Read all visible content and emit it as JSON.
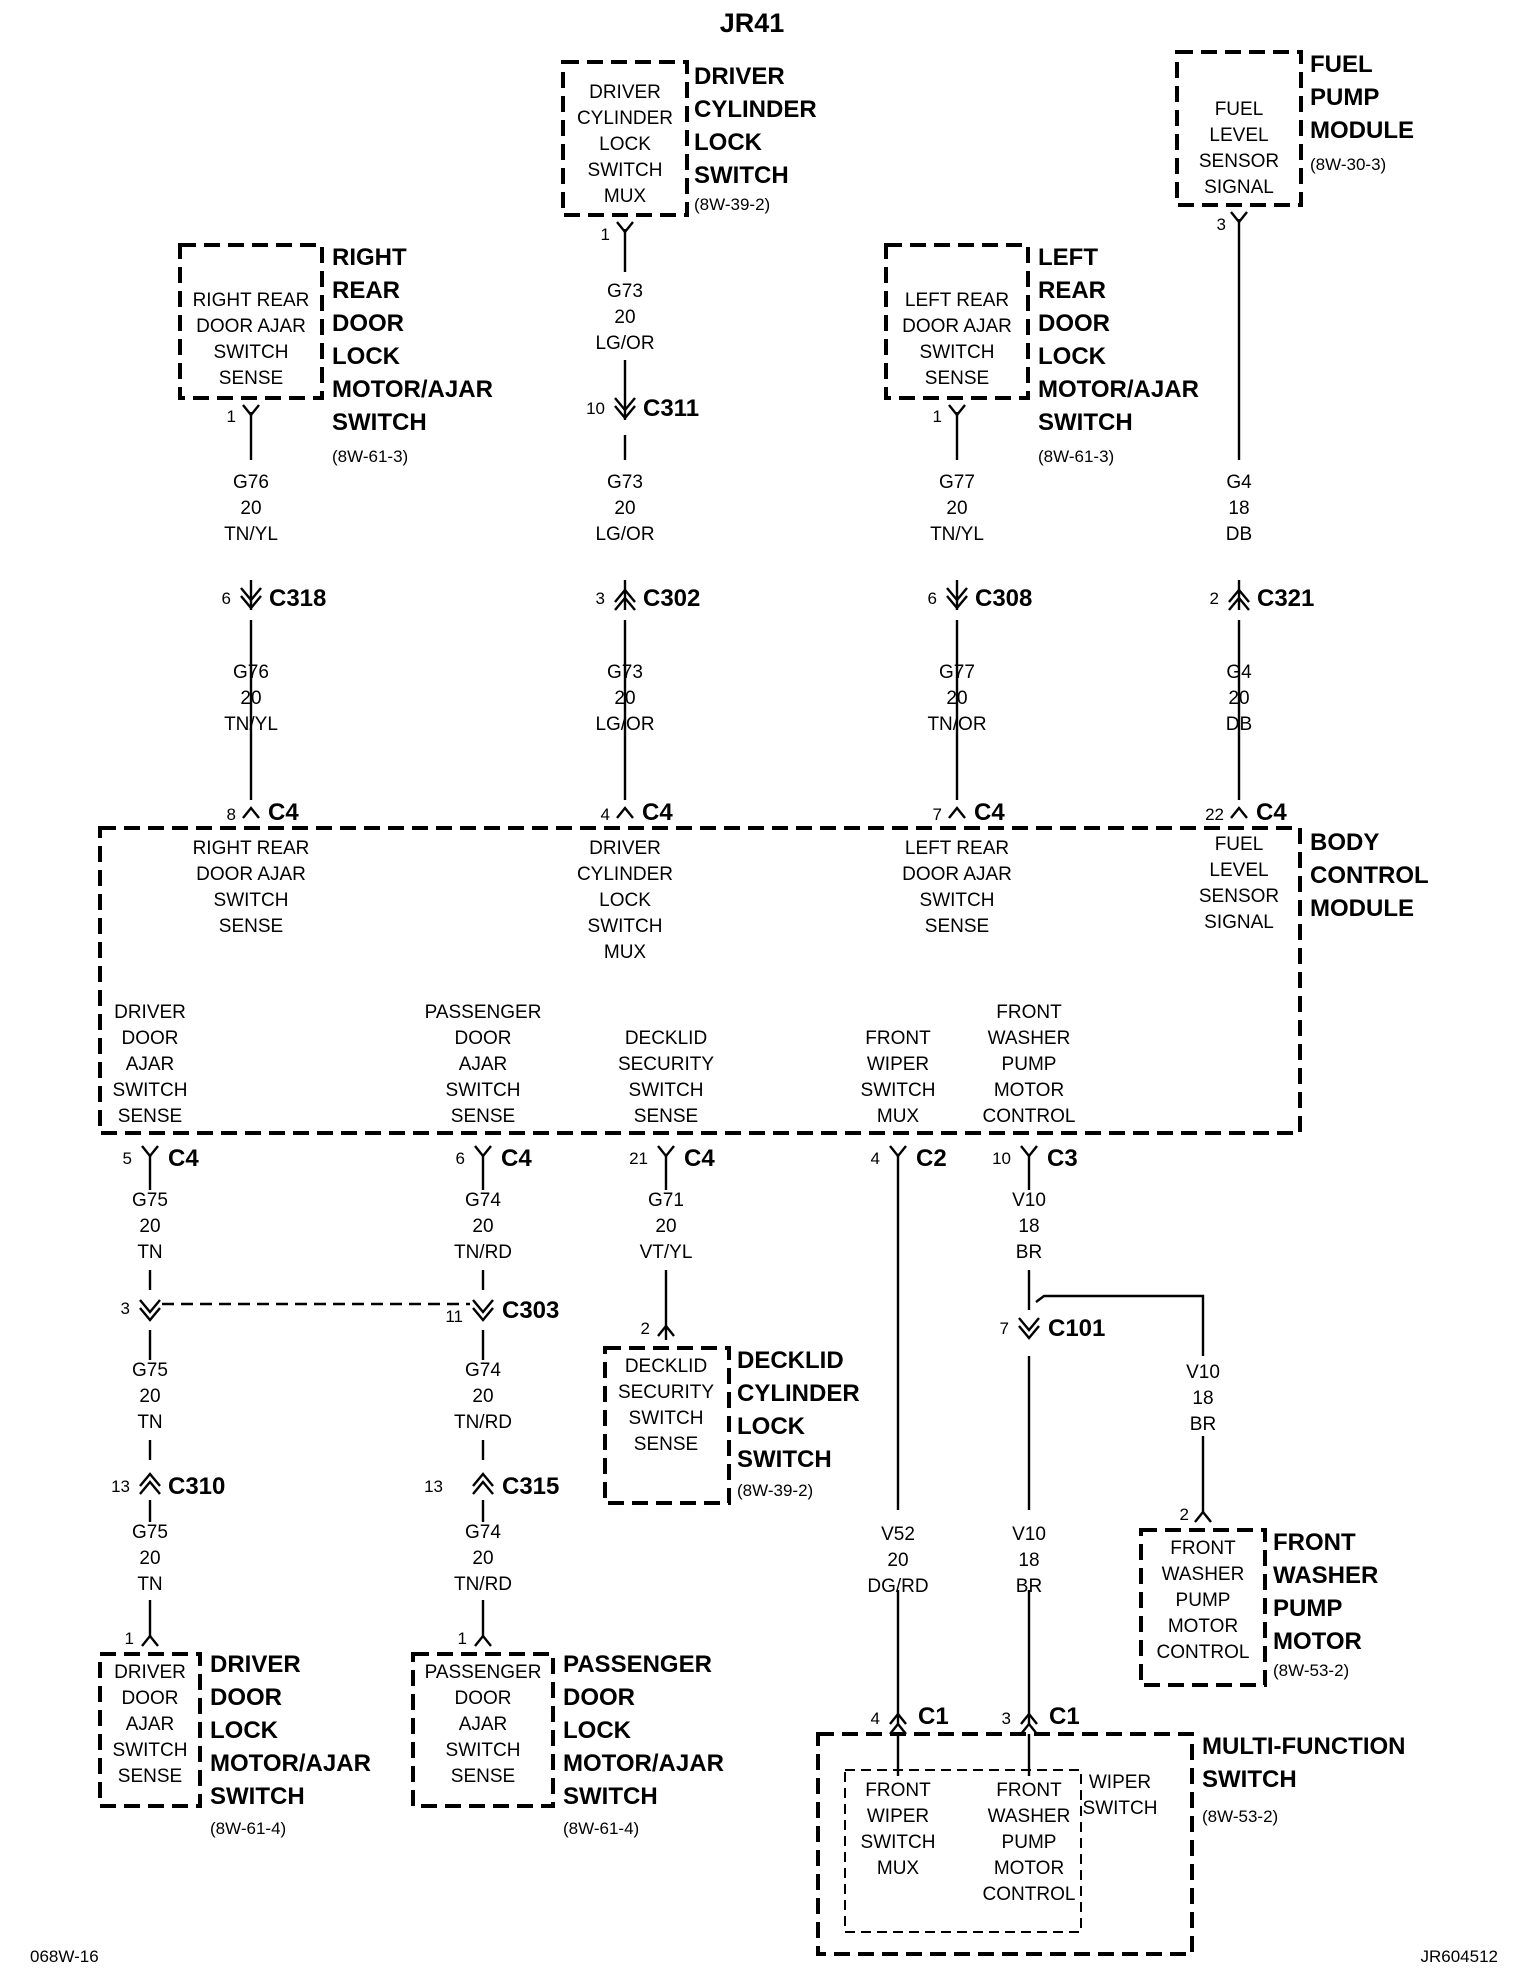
{
  "diagram_title": "JR41",
  "footer": {
    "left": "068W-16",
    "right": "JR604512"
  },
  "components": {
    "driver_cyl": {
      "inner": [
        "DRIVER",
        "CYLINDER",
        "LOCK",
        "SWITCH",
        "MUX"
      ],
      "name": [
        "DRIVER",
        "CYLINDER",
        "LOCK",
        "SWITCH"
      ],
      "ref": "(8W-39-2)"
    },
    "fuel_pump": {
      "inner": [
        "FUEL",
        "LEVEL",
        "SENSOR",
        "SIGNAL"
      ],
      "name": [
        "FUEL",
        "PUMP",
        "MODULE"
      ],
      "ref": "(8W-30-3)"
    },
    "rr_door": {
      "inner": [
        "RIGHT REAR",
        "DOOR AJAR",
        "SWITCH",
        "SENSE"
      ],
      "name": [
        "RIGHT",
        "REAR",
        "DOOR",
        "LOCK",
        "MOTOR/AJAR",
        "SWITCH"
      ],
      "ref": "(8W-61-3)"
    },
    "lr_door": {
      "inner": [
        "LEFT REAR",
        "DOOR AJAR",
        "SWITCH",
        "SENSE"
      ],
      "name": [
        "LEFT",
        "REAR",
        "DOOR",
        "LOCK",
        "MOTOR/AJAR",
        "SWITCH"
      ],
      "ref": "(8W-61-3)"
    },
    "bcm": {
      "name": [
        "BODY",
        "CONTROL",
        "MODULE"
      ],
      "top_pins": [
        [
          "RIGHT REAR",
          "DOOR AJAR",
          "SWITCH",
          "SENSE"
        ],
        [
          "DRIVER",
          "CYLINDER",
          "LOCK",
          "SWITCH",
          "MUX"
        ],
        [
          "LEFT REAR",
          "DOOR AJAR",
          "SWITCH",
          "SENSE"
        ],
        [
          "FUEL",
          "LEVEL",
          "SENSOR",
          "SIGNAL"
        ]
      ],
      "bottom_pins": [
        [
          "DRIVER",
          "DOOR",
          "AJAR",
          "SWITCH",
          "SENSE"
        ],
        [
          "PASSENGER",
          "DOOR",
          "AJAR",
          "SWITCH",
          "SENSE"
        ],
        [
          "DECKLID",
          "SECURITY",
          "SWITCH",
          "SENSE"
        ],
        [
          "FRONT",
          "WIPER",
          "SWITCH",
          "MUX"
        ],
        [
          "FRONT",
          "WASHER",
          "PUMP",
          "MOTOR",
          "CONTROL"
        ]
      ]
    },
    "decklid": {
      "inner": [
        "DECKLID",
        "SECURITY",
        "SWITCH",
        "SENSE"
      ],
      "name": [
        "DECKLID",
        "CYLINDER",
        "LOCK",
        "SWITCH"
      ],
      "ref": "(8W-39-2)"
    },
    "washer_motor": {
      "inner": [
        "FRONT",
        "WASHER",
        "PUMP",
        "MOTOR",
        "CONTROL"
      ],
      "name": [
        "FRONT",
        "WASHER",
        "PUMP",
        "MOTOR"
      ],
      "ref": "(8W-53-2)"
    },
    "driver_door": {
      "inner": [
        "DRIVER",
        "DOOR",
        "AJAR",
        "SWITCH",
        "SENSE"
      ],
      "name": [
        "DRIVER",
        "DOOR",
        "LOCK",
        "MOTOR/AJAR",
        "SWITCH"
      ],
      "ref": "(8W-61-4)"
    },
    "pass_door": {
      "inner": [
        "PASSENGER",
        "DOOR",
        "AJAR",
        "SWITCH",
        "SENSE"
      ],
      "name": [
        "PASSENGER",
        "DOOR",
        "LOCK",
        "MOTOR/AJAR",
        "SWITCH"
      ],
      "ref": "(8W-61-4)"
    },
    "mfs": {
      "name": [
        "MULTI-FUNCTION",
        "SWITCH"
      ],
      "ref": "(8W-53-2)",
      "sub": [
        "WIPER",
        "SWITCH"
      ],
      "pin_a": [
        "FRONT",
        "WIPER",
        "SWITCH",
        "MUX"
      ],
      "pin_b": [
        "FRONT",
        "WASHER",
        "PUMP",
        "MOTOR",
        "CONTROL"
      ]
    }
  },
  "wires": {
    "g73_a": [
      "G73",
      "20",
      "LG/OR"
    ],
    "g73_b": [
      "G73",
      "20",
      "LG/OR"
    ],
    "g73_c": [
      "G73",
      "20",
      "LG/OR"
    ],
    "g76_a": [
      "G76",
      "20",
      "TN/YL"
    ],
    "g76_b": [
      "G76",
      "20",
      "TN/YL"
    ],
    "g77_a": [
      "G77",
      "20",
      "TN/YL"
    ],
    "g77_b": [
      "G77",
      "20",
      "TN/OR"
    ],
    "g4_a": [
      "G4",
      "18",
      "DB"
    ],
    "g4_b": [
      "G4",
      "20",
      "DB"
    ],
    "g75_a": [
      "G75",
      "20",
      "TN"
    ],
    "g75_b": [
      "G75",
      "20",
      "TN"
    ],
    "g75_c": [
      "G75",
      "20",
      "TN"
    ],
    "g74_a": [
      "G74",
      "20",
      "TN/RD"
    ],
    "g74_b": [
      "G74",
      "20",
      "TN/RD"
    ],
    "g74_c": [
      "G74",
      "20",
      "TN/RD"
    ],
    "g71": [
      "G71",
      "20",
      "VT/YL"
    ],
    "v10_a": [
      "V10",
      "18",
      "BR"
    ],
    "v10_b": [
      "V10",
      "18",
      "BR"
    ],
    "v10_c": [
      "V10",
      "18",
      "BR"
    ],
    "v52": [
      "V52",
      "20",
      "DG/RD"
    ]
  },
  "connectors": {
    "c311": "C311",
    "c318": "C318",
    "c302": "C302",
    "c308": "C308",
    "c321": "C321",
    "c303": "C303",
    "c310": "C310",
    "c315": "C315",
    "c101": "C101",
    "c4": "C4",
    "c2": "C2",
    "c3": "C3",
    "c1": "C1"
  },
  "pins": {
    "p1": "1",
    "p2": "2",
    "p3": "3",
    "p4": "4",
    "p5": "5",
    "p6": "6",
    "p7": "7",
    "p8": "8",
    "p10": "10",
    "p11": "11",
    "p13": "13",
    "p21": "21",
    "p22": "22"
  }
}
